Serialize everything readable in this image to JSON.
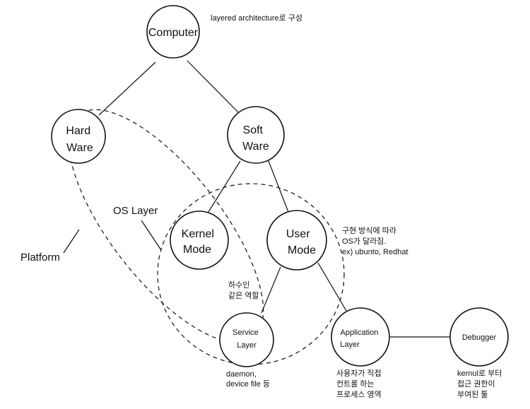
{
  "nodes": {
    "computer": [
      "Computer"
    ],
    "hardware": [
      "Hard",
      "Ware"
    ],
    "software": [
      "Soft",
      "Ware"
    ],
    "kernel": [
      "Kernel",
      "Mode"
    ],
    "user": [
      "User",
      "Mode"
    ],
    "service": [
      "Service",
      "Layer"
    ],
    "application": [
      "Application",
      "Layer"
    ],
    "debugger": [
      "Debugger"
    ]
  },
  "groups": {
    "platform": "Platform",
    "os_layer": "OS Layer"
  },
  "notes": {
    "layered": [
      "layered architecture로 구성"
    ],
    "user_mode": [
      "구현 방식에 따라",
      "OS가 달라짐.",
      "ex) ubunto, Redhat"
    ],
    "subordinate": [
      "하수인",
      "같은 역할"
    ],
    "service": [
      "daemon,",
      "device file 등"
    ],
    "application": [
      "사용자가 직접",
      "컨트롤 하는",
      "프로세스 영역"
    ],
    "debugger": [
      "kernul로 부터",
      "접근 권한이",
      "부여된 툴"
    ]
  }
}
